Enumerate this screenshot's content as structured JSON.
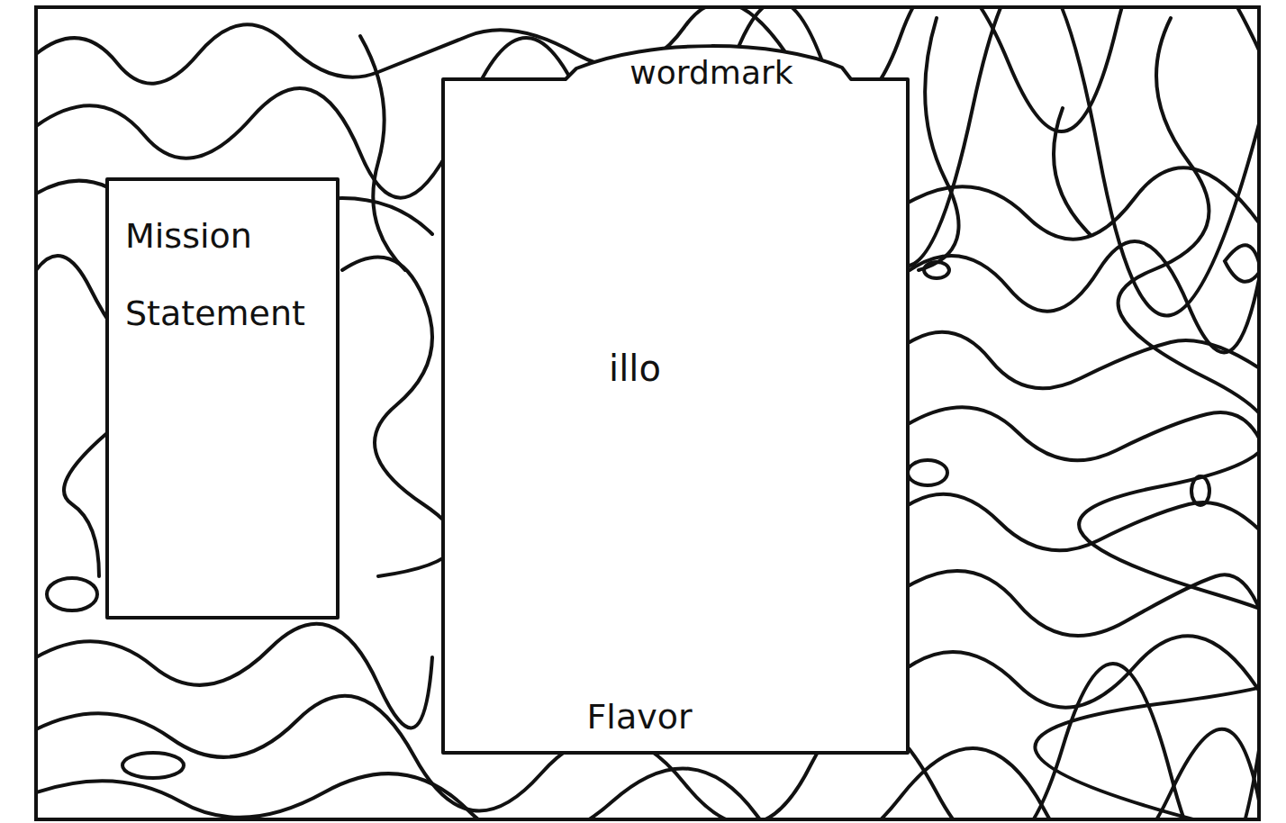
{
  "diagram": {
    "nodes": [
      {
        "text": [
          "Mission Statement"
        ]
      },
      {
        "text": [
          "wordmark",
          "illo",
          "Flavor"
        ]
      }
    ]
  }
}
